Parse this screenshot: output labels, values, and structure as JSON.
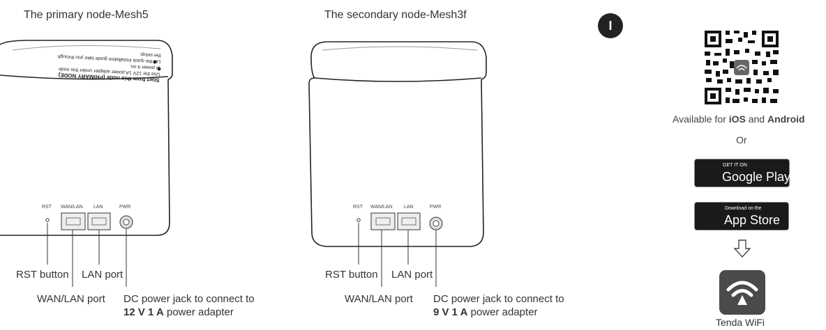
{
  "primary": {
    "title": "The primary node-Mesh5",
    "sticker": {
      "line1": "Start from this node (PRIMARY NODE)",
      "line2": "Use the 12V 1A power adapter under this node",
      "line3": "to power it on.",
      "line4": "Let the quick installation guide take you through",
      "line5": "the setup."
    },
    "ports": {
      "rst": "RST",
      "wanlan": "WAN/LAN",
      "lan": "LAN",
      "pwr": "PWR"
    },
    "callouts": {
      "rst": "RST button",
      "lan": "LAN port",
      "wanlan": "WAN/LAN port",
      "dc_line1": "DC power jack to connect to",
      "dc_bold": "12 V 1 A",
      "dc_rest": " power adapter"
    }
  },
  "secondary": {
    "title": "The secondary node-Mesh3f",
    "ports": {
      "rst": "RST",
      "wanlan": "WAN/LAN",
      "lan": "LAN",
      "pwr": "PWR"
    },
    "callouts": {
      "rst": "RST button",
      "lan": "LAN port",
      "wanlan": "WAN/LAN port",
      "dc_line1": "DC power jack to connect to",
      "dc_bold": "9 V 1 A",
      "dc_rest": " power adapter"
    }
  },
  "app": {
    "step": "I",
    "available_prefix": "Available for ",
    "ios": "iOS",
    "and": " and ",
    "android": "Android",
    "or": "Or",
    "google_small": "GET IT ON",
    "google_big": "Google Play",
    "apple_small": "Download on the",
    "apple_big": "App Store",
    "app_name": "Tenda WiFi",
    "icons": [
      "qr-code-icon",
      "google-play-icon",
      "apple-phone-icon",
      "down-arrow-icon",
      "tenda-wifi-icon"
    ]
  }
}
